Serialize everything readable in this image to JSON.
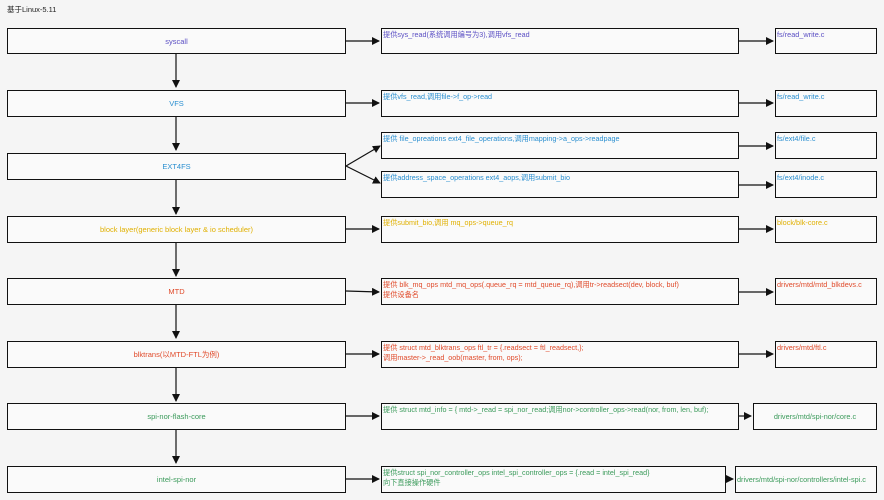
{
  "header": {
    "title": "基于Linux-5.11"
  },
  "colors": {
    "syscall": "#5b4fc4",
    "vfs": "#2a8fd0",
    "ext4": "#2a8fd0",
    "block": "#e0b000",
    "mtd": "#e04a2a",
    "blktrans": "#e04a2a",
    "spinor": "#3a9a5a",
    "intel": "#3a9a5a"
  },
  "layers": [
    {
      "label": "syscall"
    },
    {
      "label": "VFS"
    },
    {
      "label": "EXT4FS"
    },
    {
      "label": "block layer(generic block layer & io scheduler)"
    },
    {
      "label": "MTD"
    },
    {
      "label": "blktrans(以MTD-FTL为例)"
    },
    {
      "label": "spi-nor-flash-core"
    },
    {
      "label": "intel-spi-nor"
    }
  ],
  "descriptions": [
    {
      "lines": [
        "提供sys_read(系统调用编号为3),调用vfs_read"
      ]
    },
    {
      "lines": [
        "提供vfs_read,调用file->f_op->read"
      ]
    },
    {
      "lines": [
        "提供 file_opreations ext4_file_operations,调用mapping->a_ops->readpage"
      ]
    },
    {
      "lines": [
        "提供address_space_operations ext4_aops,调用submit_bio"
      ]
    },
    {
      "lines": [
        "提供submit_bio,调用 mq_ops->queue_rq"
      ]
    },
    {
      "lines": [
        "提供 blk_mq_ops mtd_mq_ops(.queue_rq   = mtd_queue_rq),调用tr->readsect(dev, block, buf)",
        "提供设备名"
      ]
    },
    {
      "lines": [
        "提供 struct mtd_blktrans_ops ftl_tr = {.readsect   = ftl_readsect,};",
        "调用master->_read_oob(master, from, ops);"
      ]
    },
    {
      "lines": [
        "提供 struct mtd_info = { mtd->_read = spi_nor_read;调用nor->controller_ops->read(nor, from, len, buf);"
      ]
    },
    {
      "lines": [
        "提供struct spi_nor_controller_ops intel_spi_controller_ops = {.read = intel_spi_read}",
        "向下直接操作硬件"
      ]
    }
  ],
  "files": [
    {
      "label": "fs/read_write.c"
    },
    {
      "label": "fs/read_write.c"
    },
    {
      "label": "fs/ext4/file.c"
    },
    {
      "label": "fs/ext4/inode.c"
    },
    {
      "label": "block/blk-core.c"
    },
    {
      "label": "drivers/mtd/mtd_blkdevs.c"
    },
    {
      "label": "drivers/mtd/ftl.c"
    },
    {
      "label": "drivers/mtd/spi-nor/core.c"
    },
    {
      "label": "drivers/mtd/spi-nor/controllers/intel-spi.c"
    }
  ]
}
